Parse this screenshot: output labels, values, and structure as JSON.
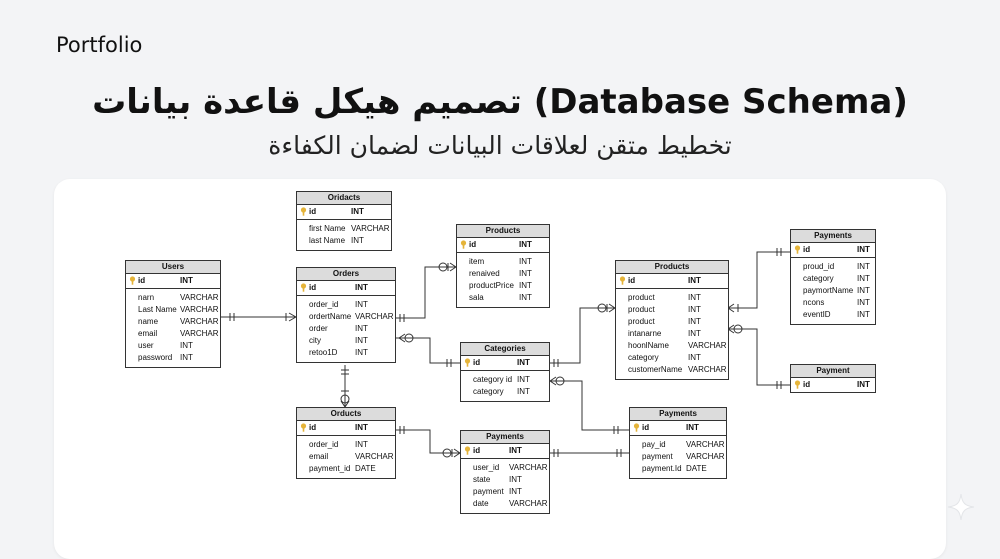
{
  "header": {
    "brand": "Portfolio",
    "title": "تصميم هيكل قاعدة بيانات (Database Schema)",
    "subtitle": "تخطيط متقن لعلاقات البيانات لضمان الكفاءة"
  },
  "colors": {
    "key_icon": "#e5b43a",
    "header_fill": "#dcdcdc",
    "line": "#333333"
  },
  "tables": [
    {
      "title": "Oridacts",
      "pk": {
        "name": "id",
        "type": "INT"
      },
      "rows": [
        {
          "name": "first Name",
          "type": "VARCHAR"
        },
        {
          "name": "last Name",
          "type": "INT"
        }
      ]
    },
    {
      "title": "Users",
      "pk": {
        "name": "id",
        "type": "INT"
      },
      "rows": [
        {
          "name": "narn",
          "type": "VARCHAR"
        },
        {
          "name": "Last Name",
          "type": "VARCHAR"
        },
        {
          "name": "name",
          "type": "VARCHAR"
        },
        {
          "name": "email",
          "type": "VARCHAR"
        },
        {
          "name": "user",
          "type": "INT"
        },
        {
          "name": "password",
          "type": "INT"
        }
      ]
    },
    {
      "title": "Orders",
      "pk": {
        "name": "id",
        "type": "INT"
      },
      "rows": [
        {
          "name": "order_id",
          "type": "INT"
        },
        {
          "name": "ordertName",
          "type": "VARCHAR"
        },
        {
          "name": "order",
          "type": "INT"
        },
        {
          "name": "city",
          "type": "INT"
        },
        {
          "name": "retoo1D",
          "type": "INT"
        }
      ]
    },
    {
      "title": "Products",
      "pk": {
        "name": "id",
        "type": "INT"
      },
      "rows": [
        {
          "name": "item",
          "type": "INT"
        },
        {
          "name": "renaived",
          "type": "INT"
        },
        {
          "name": "productPrice",
          "type": "INT"
        },
        {
          "name": "sala",
          "type": "INT"
        }
      ]
    },
    {
      "title": "Categories",
      "pk": {
        "name": "id",
        "type": "INT"
      },
      "rows": [
        {
          "name": "category id",
          "type": "INT"
        },
        {
          "name": "category",
          "type": "INT"
        }
      ]
    },
    {
      "title": "Products",
      "pk": {
        "name": "id",
        "type": "INT"
      },
      "rows": [
        {
          "name": "product",
          "type": "INT"
        },
        {
          "name": "product",
          "type": "INT"
        },
        {
          "name": "product",
          "type": "INT"
        },
        {
          "name": "intanarne",
          "type": "INT"
        },
        {
          "name": "hoonlName",
          "type": "VARCHAR"
        },
        {
          "name": "category",
          "type": "INT"
        },
        {
          "name": "customerName",
          "type": "VARCHAR"
        }
      ]
    },
    {
      "title": "Payments",
      "pk": {
        "name": "id",
        "type": "INT"
      },
      "rows": [
        {
          "name": "proud_id",
          "type": "INT"
        },
        {
          "name": "category",
          "type": "INT"
        },
        {
          "name": "paymortName",
          "type": "INT"
        },
        {
          "name": "ncons",
          "type": "INT"
        },
        {
          "name": "eventID",
          "type": "INT"
        }
      ]
    },
    {
      "title": "Payment",
      "pk": {
        "name": "id",
        "type": "INT"
      },
      "rows": []
    },
    {
      "title": "Orducts",
      "pk": {
        "name": "id",
        "type": "INT"
      },
      "rows": [
        {
          "name": "order_id",
          "type": "INT"
        },
        {
          "name": "email",
          "type": "VARCHAR"
        },
        {
          "name": "payment_id",
          "type": "DATE"
        }
      ]
    },
    {
      "title": "Payments",
      "pk": {
        "name": "id",
        "type": "INT"
      },
      "rows": [
        {
          "name": "user_id",
          "type": "VARCHAR"
        },
        {
          "name": "state",
          "type": "INT"
        },
        {
          "name": "payment",
          "type": "INT"
        },
        {
          "name": "date",
          "type": "VARCHAR"
        }
      ]
    },
    {
      "title": "Payments",
      "pk": {
        "name": "id",
        "type": "INT"
      },
      "rows": [
        {
          "name": "pay_id",
          "type": "VARCHAR"
        },
        {
          "name": "payment",
          "type": "VARCHAR"
        },
        {
          "name": "payment.Id",
          "type": "DATE"
        }
      ]
    }
  ]
}
